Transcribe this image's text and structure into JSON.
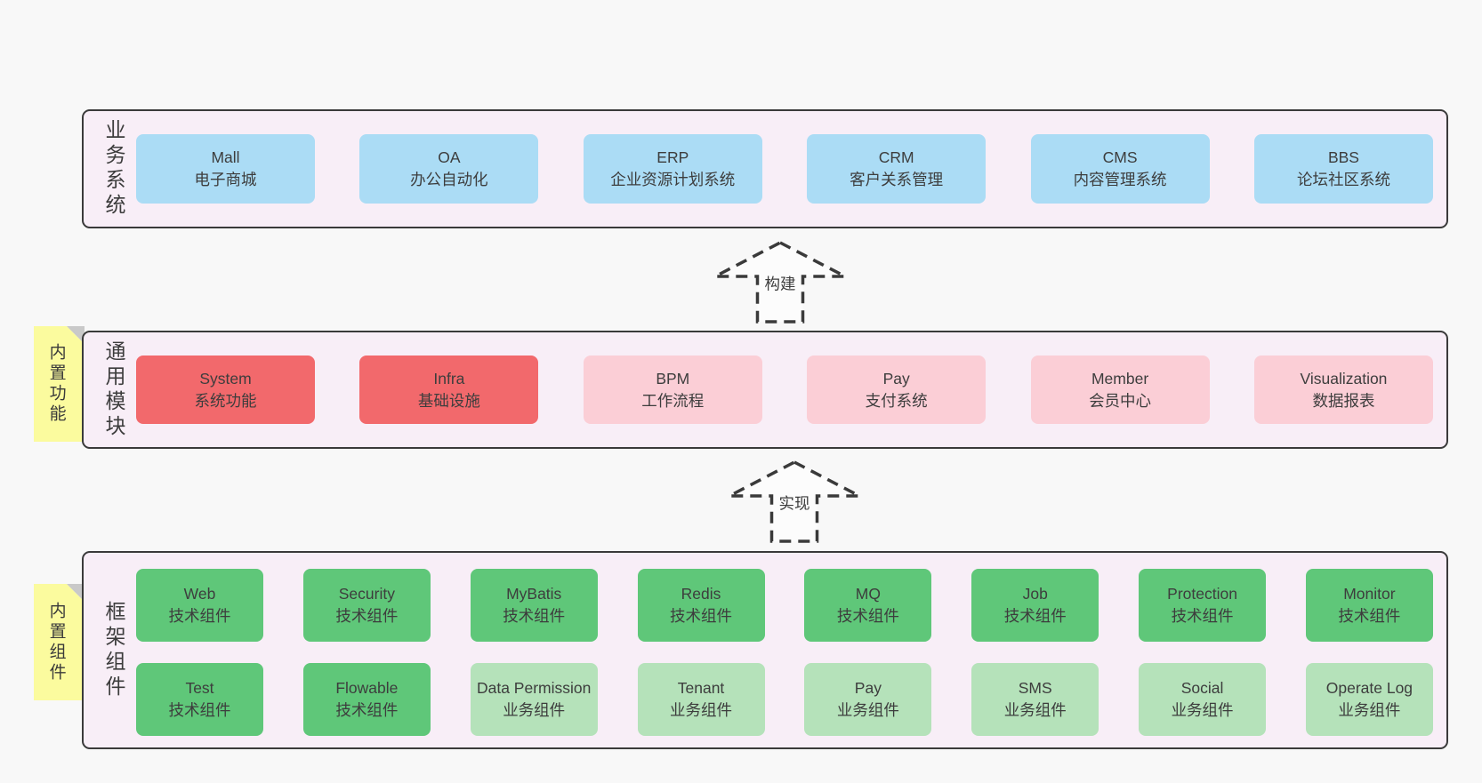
{
  "diagram": {
    "arrows": [
      {
        "label": "构建"
      },
      {
        "label": "实现"
      }
    ],
    "business": {
      "label": "业务系统",
      "items": [
        {
          "name": "Mall",
          "desc": "电子商城"
        },
        {
          "name": "OA",
          "desc": "办公自动化"
        },
        {
          "name": "ERP",
          "desc": "企业资源计划系统"
        },
        {
          "name": "CRM",
          "desc": "客户关系管理"
        },
        {
          "name": "CMS",
          "desc": "内容管理系统"
        },
        {
          "name": "BBS",
          "desc": "论坛社区系统"
        }
      ]
    },
    "modules": {
      "label": "通用模块",
      "sticky": "内置功能",
      "items": [
        {
          "name": "System",
          "desc": "系统功能"
        },
        {
          "name": "Infra",
          "desc": "基础设施"
        },
        {
          "name": "BPM",
          "desc": "工作流程"
        },
        {
          "name": "Pay",
          "desc": "支付系统"
        },
        {
          "name": "Member",
          "desc": "会员中心"
        },
        {
          "name": "Visualization",
          "desc": "数据报表"
        }
      ]
    },
    "components": {
      "label": "框架组件",
      "sticky": "内置组件",
      "row1": [
        {
          "name": "Web",
          "desc": "技术组件"
        },
        {
          "name": "Security",
          "desc": "技术组件"
        },
        {
          "name": "MyBatis",
          "desc": "技术组件"
        },
        {
          "name": "Redis",
          "desc": "技术组件"
        },
        {
          "name": "MQ",
          "desc": "技术组件"
        },
        {
          "name": "Job",
          "desc": "技术组件"
        },
        {
          "name": "Protection",
          "desc": "技术组件"
        },
        {
          "name": "Monitor",
          "desc": "技术组件"
        }
      ],
      "row2": [
        {
          "name": "Test",
          "desc": "技术组件"
        },
        {
          "name": "Flowable",
          "desc": "技术组件"
        },
        {
          "name": "Data Permission",
          "desc": "业务组件"
        },
        {
          "name": "Tenant",
          "desc": "业务组件"
        },
        {
          "name": "Pay",
          "desc": "业务组件"
        },
        {
          "name": "SMS",
          "desc": "业务组件"
        },
        {
          "name": "Social",
          "desc": "业务组件"
        },
        {
          "name": "Operate Log",
          "desc": "业务组件"
        }
      ]
    },
    "colors": {
      "blue": "#abdcf5",
      "red": "#f2696c",
      "pink": "#fbced6",
      "green": "#5fc779",
      "light_green": "#b5e2ba",
      "sticky_yellow": "#fbfb9e",
      "band_background": "#f8eef7",
      "border": "#3a3a3a",
      "page_background": "#f8f8f8"
    }
  }
}
